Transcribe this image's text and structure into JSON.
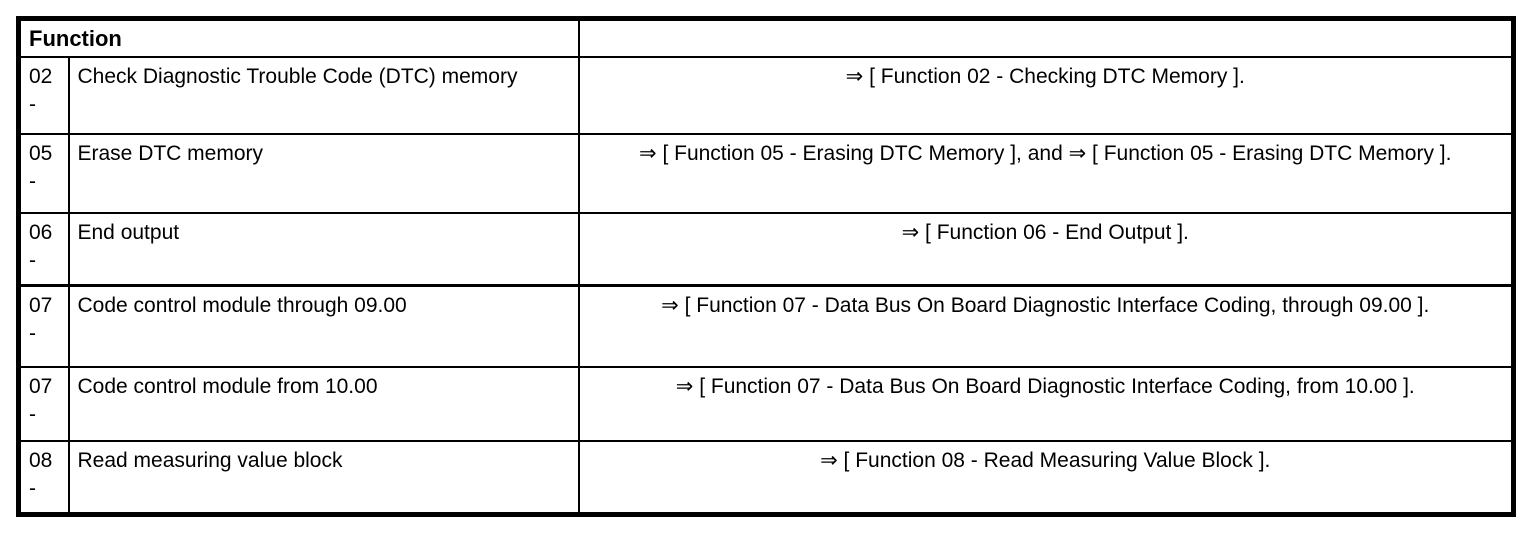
{
  "table": {
    "header": {
      "title": "Function"
    },
    "rows": [
      {
        "code": "02",
        "suffix": "-",
        "description": "Check Diagnostic Trouble Code (DTC) memory",
        "reference": "⇒ [ Function 02 - Checking DTC Memory ]."
      },
      {
        "code": "05",
        "suffix": "-",
        "description": "Erase DTC memory",
        "reference": "⇒ [ Function 05 - Erasing DTC Memory ], and ⇒ [ Function 05 - Erasing DTC Memory ]."
      },
      {
        "code": "06",
        "suffix": "-",
        "description": "End output",
        "reference": "⇒ [ Function 06 - End Output ]."
      },
      {
        "code": "07",
        "suffix": "-",
        "description": "Code control module through 09.00",
        "reference": "⇒ [ Function 07 - Data Bus On Board Diagnostic Interface Coding, through 09.00 ]."
      },
      {
        "code": "07",
        "suffix": "-",
        "description": "Code control module from 10.00",
        "reference": "⇒ [ Function 07 - Data Bus On Board Diagnostic Interface Coding, from 10.00 ]."
      },
      {
        "code": "08",
        "suffix": "-",
        "description": "Read measuring value block",
        "reference": "⇒ [ Function 08 - Read Measuring Value Block ]."
      }
    ]
  },
  "colors": {
    "border": "#000000",
    "text": "#000000",
    "background": "#ffffff"
  }
}
